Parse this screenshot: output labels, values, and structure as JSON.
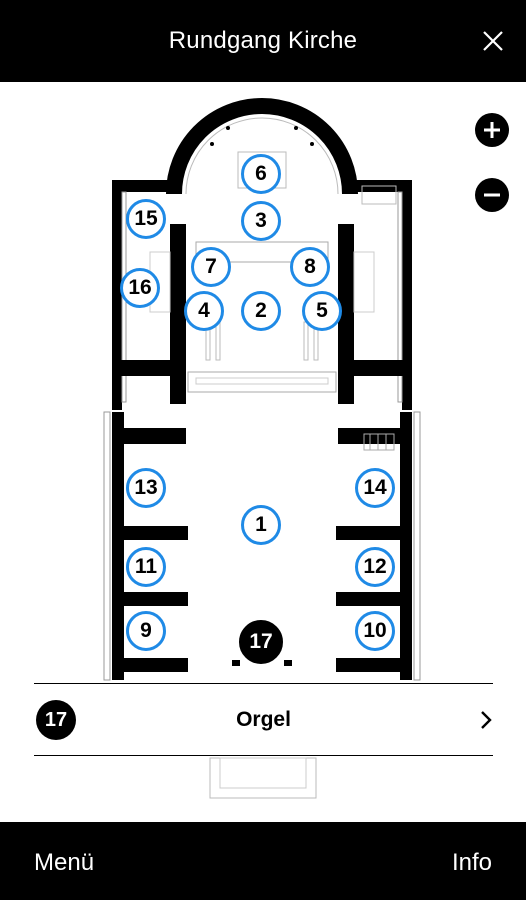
{
  "header": {
    "title": "Rundgang Kirche"
  },
  "zoom": {
    "in_label": "+",
    "out_label": "−"
  },
  "markers": [
    {
      "id": "1",
      "selected": false
    },
    {
      "id": "2",
      "selected": false
    },
    {
      "id": "3",
      "selected": false
    },
    {
      "id": "4",
      "selected": false
    },
    {
      "id": "5",
      "selected": false
    },
    {
      "id": "6",
      "selected": false
    },
    {
      "id": "7",
      "selected": false
    },
    {
      "id": "8",
      "selected": false
    },
    {
      "id": "9",
      "selected": false
    },
    {
      "id": "10",
      "selected": false
    },
    {
      "id": "11",
      "selected": false
    },
    {
      "id": "12",
      "selected": false
    },
    {
      "id": "13",
      "selected": false
    },
    {
      "id": "14",
      "selected": false
    },
    {
      "id": "15",
      "selected": false
    },
    {
      "id": "16",
      "selected": false
    },
    {
      "id": "17",
      "selected": true
    }
  ],
  "selection": {
    "number": "17",
    "name": "Orgel"
  },
  "footer": {
    "menu_label": "Menü",
    "info_label": "Info"
  },
  "colors": {
    "marker_ring": "#1f8ae6",
    "bars": "#000000"
  }
}
